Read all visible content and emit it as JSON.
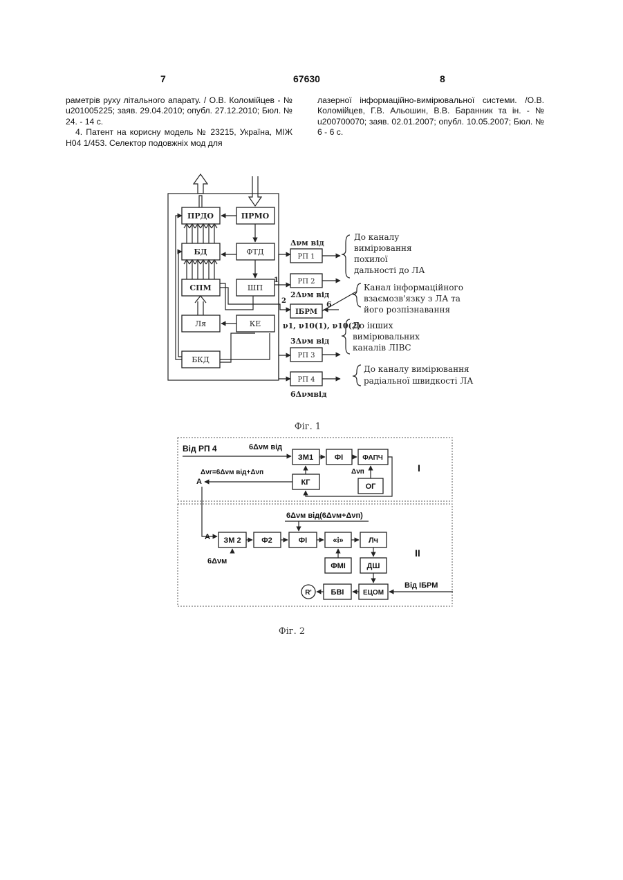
{
  "header": {
    "left_page": "7",
    "doc_number": "67630",
    "right_page": "8"
  },
  "left_column": {
    "p1": "раметрів руху літального апарату. / О.В. Коломійцев - № u201005225; заяв. 29.04.2010; опубл. 27.12.2010; Бюл. № 24. - 14 с.",
    "p2": "4. Патент на корисну модель № 23215, Україна, МІЖ H04 1/453. Селектор подовжніх мод для"
  },
  "right_column": {
    "p1": "лазерної інформаційно-вимірювальної системи. /О.В. Коломійцев, Г.В. Альошин, В.В. Баранник та ін. - № u200700070; заяв. 02.01.2007; опубл. 10.05.2007; Бюл. № 6 - 6 с."
  },
  "fig1": {
    "caption": "Фіг. 1",
    "blocks": {
      "prdo": "ПРДО",
      "bd": "БД",
      "spm": "СПМ",
      "lya": "Ля",
      "bkd": "БКД",
      "prmo": "ПРМО",
      "ftd": "ФТД",
      "shp": "ШП",
      "ke": "КЕ",
      "rp1": "РП 1",
      "rp2": "РП 2",
      "ibrm": "ІБРМ",
      "rp3": "РП 3",
      "rp4": "РП 4"
    },
    "labels": {
      "rp1_freq": "Δνм від",
      "rp2_freq": "2Δνм від",
      "rp3_freq": "3Δνм від",
      "rp4_freq": "6Δνмвід",
      "ibrm_freq": "ν1, ν10(1), ν10(2)",
      "num1": "1",
      "num2": "2",
      "num6": "6"
    },
    "notes": {
      "n1": [
        "До каналу",
        "вимірювання",
        "похилої",
        "дальності до ЛА"
      ],
      "n2": [
        "Канал інформаційного",
        "взаємозв'язку з ЛА та",
        "його розпізнавання"
      ],
      "n3": [
        "До інших",
        "вимірювальних",
        "каналів ЛІВС"
      ],
      "n4": [
        "До каналу вимірювання",
        "радіальної швидкості ЛА"
      ]
    }
  },
  "fig2": {
    "caption": "Фіг. 2",
    "section1": {
      "roman": "І",
      "source": "Від РП 4",
      "input_freq": "6Δνм від",
      "blocks": {
        "zm1": "ЗМ1",
        "fi": "ФІ",
        "fapch": "ФАПЧ",
        "kg": "КГ",
        "og": "ОГ"
      },
      "dn": "Δνп",
      "formula": "Δνг=6Δνм від+Δνп",
      "a_label": "A"
    },
    "section2": {
      "roman": "ІІ",
      "title": "6Δνм від(6Δνм+Δνп)",
      "blocks": {
        "zm2": "ЗМ 2",
        "f2": "Ф2",
        "fi": "ФІ",
        "i": "«і»",
        "lch": "Лч",
        "fmi": "ФМІ",
        "dsh": "ДШ",
        "etsom": "ЕЦОМ",
        "bvi": "БВІ",
        "r": "R'"
      },
      "a_label": "A",
      "freq": "6Δνм",
      "source": "Від ІБРМ"
    }
  }
}
